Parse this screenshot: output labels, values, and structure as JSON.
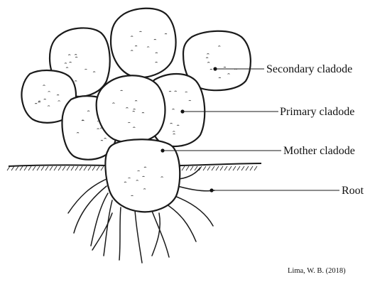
{
  "labels": {
    "secondary": "Secondary cladode",
    "primary": "Primary cladode",
    "mother": "Mother cladode",
    "root": "Root"
  },
  "credit": "Lima, W. B. (2018)",
  "colors": {
    "ink": "#1a1a1a",
    "background": "#ffffff"
  }
}
